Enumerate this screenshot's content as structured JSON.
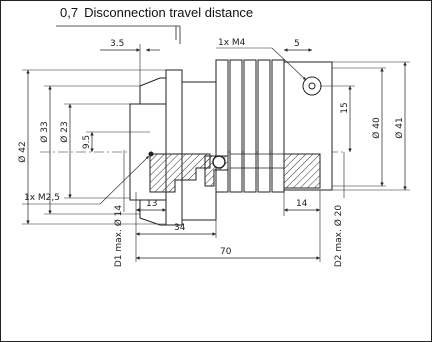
{
  "header": {
    "value": "0,7",
    "label": "Disconnection travel distance"
  },
  "dimensions": {
    "d_3_5": "3.5",
    "thread_m4": "1x M4",
    "d_5": "5",
    "d_15": "15",
    "dia_42": "Ø 42",
    "dia_33": "Ø 33",
    "dia_23": "Ø 23",
    "d_9_5": "9.5",
    "thread_m2_5": "1x M2,5",
    "d_13": "13",
    "d_34": "34",
    "d_70": "70",
    "d_14": "14",
    "dia_40": "Ø 40",
    "dia_41": "Ø 41",
    "d1_max": "D1 max. Ø 14",
    "d2_max": "D2 max. Ø 20"
  }
}
